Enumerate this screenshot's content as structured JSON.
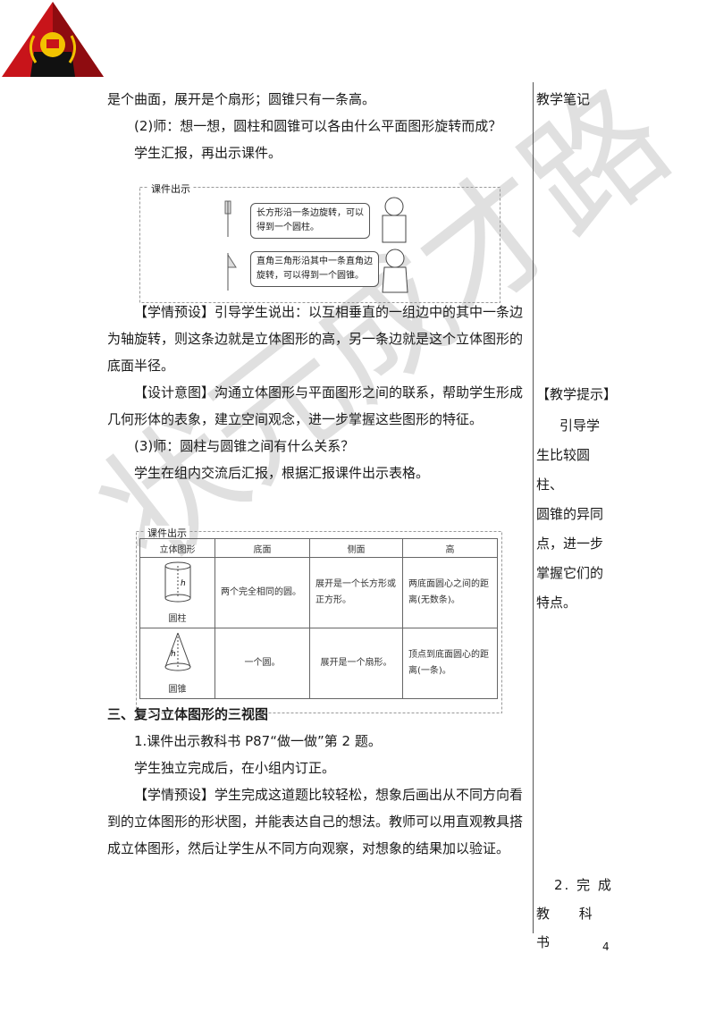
{
  "header": {
    "logo": "crest-logo"
  },
  "main": {
    "p1": "是个曲面，展开是个扇形；圆锥只有一条高。",
    "p2": "(2)师：想一想，圆柱和圆锥可以各由什么平面图形旋转而成？",
    "p3": "学生汇报，再出示课件。",
    "courseware1": {
      "title": "课件出示",
      "bubble1": "长方形沿一条边旋转，可以得到一个圆柱。",
      "bubble2": "直角三角形沿其中一条直角边旋转，可以得到一个圆锥。"
    },
    "p4": "【学情预设】引导学生说出：以互相垂直的一组边中的其中一条边为轴旋转，则这条边就是立体图形的高，另一条边就是这个立体图形的底面半径。",
    "p5": "【设计意图】沟通立体图形与平面图形之间的联系，帮助学生形成几何形体的表象，建立空间观念，进一步掌握这些图形的特征。",
    "p6": "(3)师：圆柱与圆锥之间有什么关系？",
    "p7": "学生在组内交流后汇报，根据汇报课件出示表格。",
    "courseware2": {
      "title": "课件出示",
      "headers": [
        "立体图形",
        "底面",
        "侧面",
        "高"
      ],
      "rows": [
        {
          "name": "圆柱",
          "base": "两个完全相同的圆。",
          "side": "展开是一个长方形或正方形。",
          "height": "两底面圆心之间的距离(无数条)。"
        },
        {
          "name": "圆锥",
          "base": "一个圆。",
          "side": "展开是一个扇形。",
          "height": "顶点到底面圆心的距离(一条)。"
        }
      ],
      "h_label": "h"
    },
    "section3": "三、复习立体图形的三视图",
    "p8": "1.课件出示教科书 P87“做一做”第 2 题。",
    "p9": "学生独立完成后，在小组内订正。",
    "p10": "【学情预设】学生完成这道题比较轻松，想象后画出从不同方向看到的立体图形的形状图，并能表达自己的想法。教师可以用直观教具搭成立体图形，然后让学生从不同方向观察，对想象的结果加以验证。"
  },
  "side": {
    "notes_title": "教学笔记",
    "tip_title": "【教学提示】",
    "tip_lines": [
      "引导学",
      "生比较圆柱、",
      "圆锥的异同",
      "点，进一步",
      "掌握它们的",
      "特点。"
    ],
    "foot1": "2. 完 成",
    "foot2": "教 科 书"
  },
  "watermark": "状元成才路",
  "page_number": "4"
}
